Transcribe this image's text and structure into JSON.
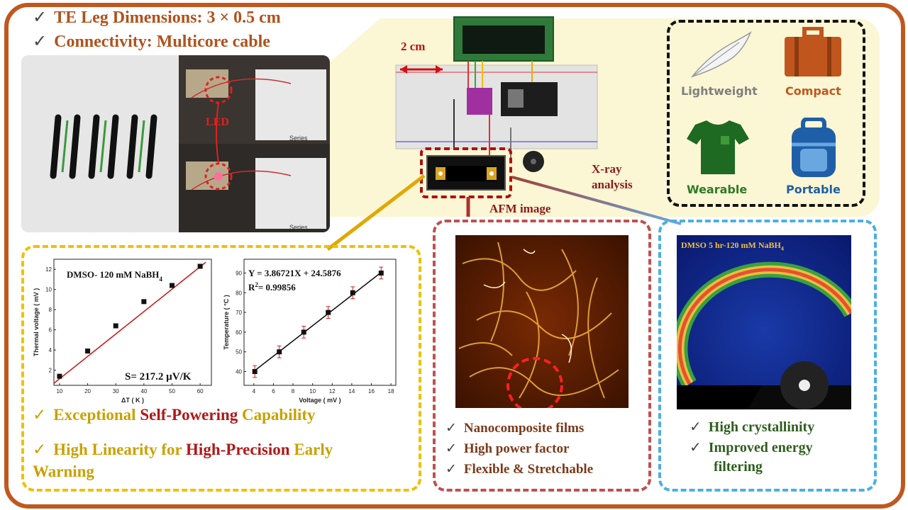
{
  "header": {
    "item1": "TE Leg Dimensions: 3 × 0.5 cm",
    "item2": "Connectivity: Multicore cable"
  },
  "photo": {
    "led_label": "LED",
    "series_label_1": "Series",
    "series_label_2": "Series"
  },
  "circuit": {
    "scale_label": "2 cm",
    "afm_label": "AFM image",
    "xray_label_line1": "X-ray",
    "xray_label_line2": "analysis"
  },
  "features": {
    "lightweight": "Lightweight",
    "compact": "Compact",
    "wearable": "Wearable",
    "portable": "Portable"
  },
  "colors": {
    "border": "#c0581e",
    "yellow_dash": "#f0c000",
    "red_dash": "#c0504d",
    "blue_dash": "#4ab0e0",
    "gold_text": "#c9a100",
    "dark_red_text": "#8b1a1a",
    "brown_text": "#7a3a1a",
    "green_text": "#2e5e1e"
  },
  "left_panel": {
    "check1_a": "Exceptional ",
    "check1_b": "Self-Powering",
    "check1_c": " Capability",
    "check2_a": "High Linearity for ",
    "check2_b": "High-Precision",
    "check2_c": " Early Warning"
  },
  "chart_data": [
    {
      "type": "scatter",
      "annotation_title": "DMSO- 120 mM NaBH",
      "annotation_title_sub": "4",
      "annotation_slope": "S= 217.2 µV/K",
      "xlabel": "ΔT ( K )",
      "ylabel": "Thermal voltage ( mV )",
      "xlim": [
        8,
        64
      ],
      "ylim": [
        0.5,
        13
      ],
      "xticks": [
        10,
        20,
        30,
        40,
        50,
        60
      ],
      "yticks": [
        2,
        4,
        6,
        8,
        10,
        12
      ],
      "x": [
        10,
        20,
        30,
        40,
        50,
        60
      ],
      "y": [
        1.4,
        3.9,
        6.4,
        8.8,
        10.4,
        12.3
      ],
      "fit": {
        "x": [
          8,
          62
        ],
        "y": [
          0.7,
          12.7
        ],
        "color": "#cc1f1f"
      },
      "marker_color": "#111111"
    },
    {
      "type": "scatter",
      "annotation_eq": "Y = 3.86721X + 24.5876",
      "annotation_r2_a": "R",
      "annotation_r2_sup": "2",
      "annotation_r2_b": "= 0.99856",
      "xlabel": "Voltage ( mV )",
      "ylabel": "Temperature ( °C )",
      "xlim": [
        3,
        18.5
      ],
      "ylim": [
        33,
        97
      ],
      "xticks": [
        4,
        6,
        8,
        10,
        12,
        14,
        16,
        18
      ],
      "yticks": [
        40,
        50,
        60,
        70,
        80,
        90
      ],
      "x": [
        4.1,
        6.6,
        9.1,
        11.6,
        14.1,
        17.0
      ],
      "y": [
        40,
        50,
        60,
        70,
        80,
        90
      ],
      "err": [
        3,
        3,
        3,
        3,
        3,
        3
      ],
      "fit": {
        "x": [
          4.0,
          17.1
        ],
        "y": [
          40.1,
          90.7
        ],
        "color": "#111111"
      },
      "marker_color": "#111111",
      "err_color": "#d02020"
    }
  ],
  "afm_panel": {
    "item1": "Nanocomposite films",
    "item2": "High power factor",
    "item3": "Flexible & Stretchable"
  },
  "xray_panel": {
    "image_label": "DMSO 5 hr-120 mM NaBH",
    "image_label_sub": "4",
    "item1": "High crystallinity",
    "item2_line1": "Improved energy",
    "item2_line2": "filtering"
  },
  "check_mark": "✓"
}
